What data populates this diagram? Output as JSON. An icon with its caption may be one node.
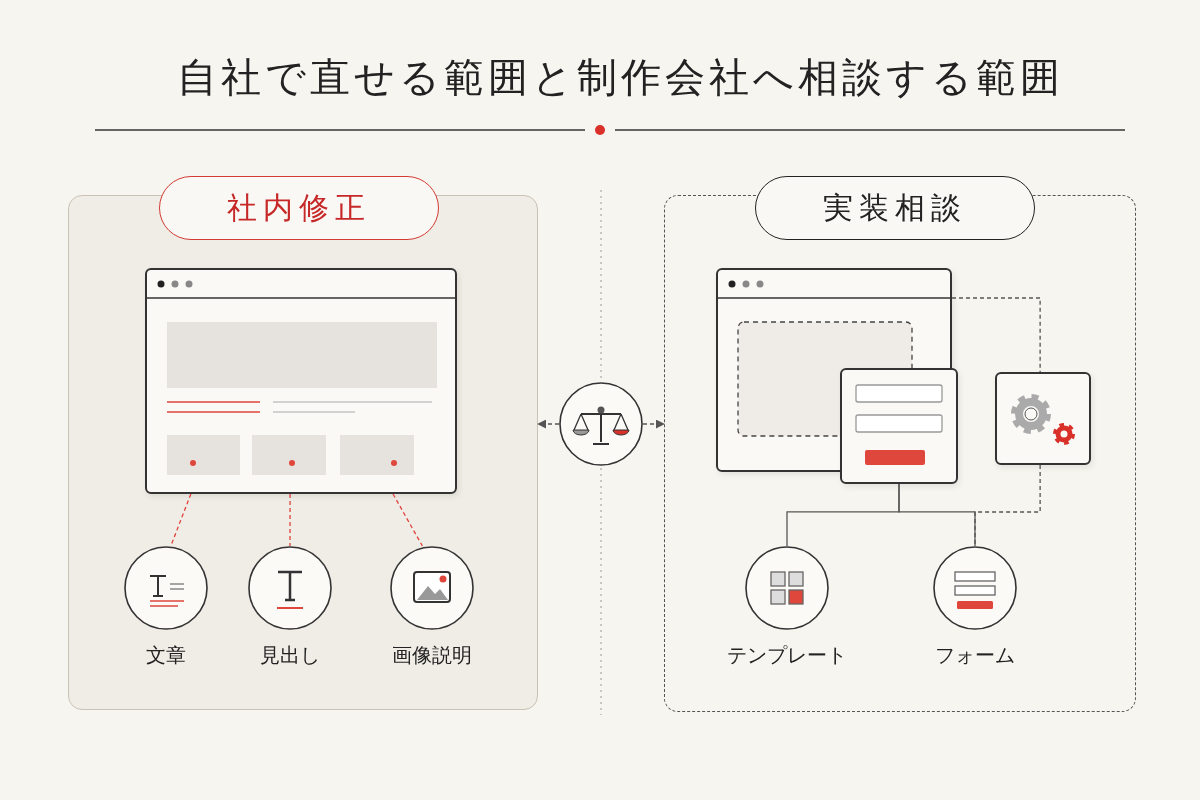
{
  "diagram": {
    "title": "自社で直せる範囲と制作会社へ相談する範囲",
    "nodes": [
      {
        "text": [
          "社内修正"
        ]
      },
      {
        "text": [],
        "shape": "box",
        "in": 0
      },
      {
        "text": [
          "文章"
        ],
        "in": 0
      },
      {
        "text": [
          "見出し"
        ],
        "in": 0
      },
      {
        "text": [
          "画像説明"
        ],
        "in": 0
      },
      {
        "text": [],
        "shape": "circle"
      },
      {
        "text": [
          "実装相談"
        ]
      },
      {
        "text": [],
        "shape": "box",
        "in": 6
      },
      {
        "text": [],
        "shape": "box",
        "in": 6
      },
      {
        "text": [],
        "shape": "box",
        "in": 6
      },
      {
        "text": [
          "テンプレート"
        ],
        "in": 6
      },
      {
        "text": [
          "フォーム"
        ],
        "in": 6
      }
    ],
    "edges": [
      {
        "from": 1,
        "to": 2,
        "arrow": "none",
        "style": "dashed",
        "color": "#e0413a"
      },
      {
        "from": 1,
        "to": 3,
        "arrow": "none",
        "style": "dashed",
        "color": "#e0413a"
      },
      {
        "from": 1,
        "to": 4,
        "arrow": "none",
        "style": "dashed",
        "color": "#e0413a"
      },
      {
        "from": 5,
        "to": 0,
        "arrow": "to",
        "style": "dashed"
      },
      {
        "from": 5,
        "to": 6,
        "arrow": "to",
        "style": "dashed"
      },
      {
        "from": 8,
        "to": 10,
        "arrow": "none"
      },
      {
        "from": 8,
        "to": 11,
        "arrow": "none"
      },
      {
        "from": 7,
        "to": 9,
        "arrow": "none",
        "style": "dashed"
      },
      {
        "from": 9,
        "to": 11,
        "arrow": "none",
        "style": "dashed"
      }
    ]
  }
}
